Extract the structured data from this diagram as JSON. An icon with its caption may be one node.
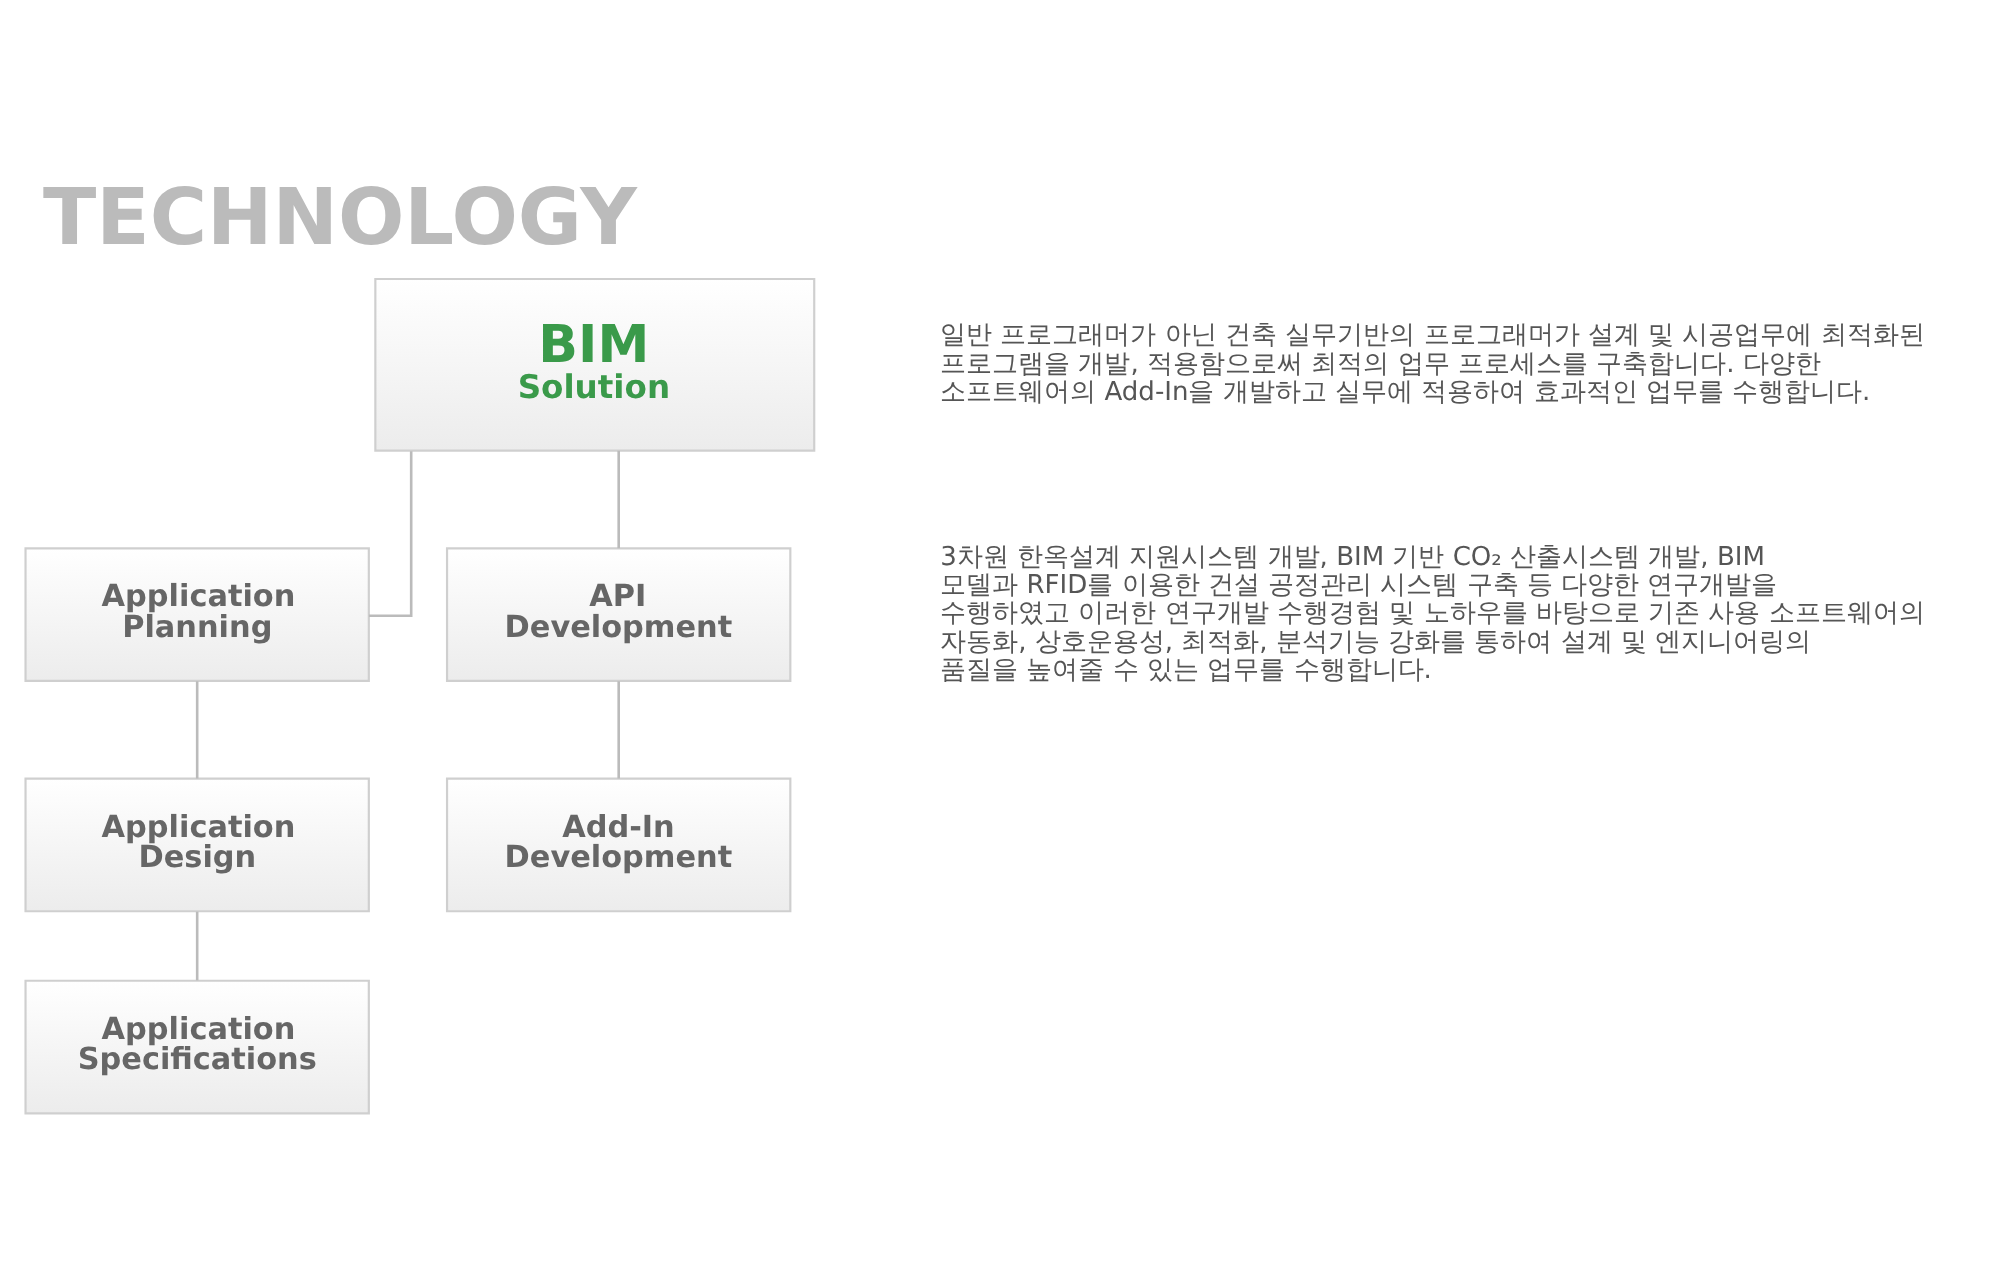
{
  "diagram": {
    "title": "TECHNOLOGY",
    "nodes": [
      {
        "text": [
          "BIM",
          "Solution"
        ]
      },
      {
        "text": [
          "Application Planning"
        ]
      },
      {
        "text": [
          "API Development"
        ]
      },
      {
        "text": [
          "Application Design"
        ]
      },
      {
        "text": [
          "Add-In Development"
        ]
      },
      {
        "text": [
          "Application Specifications"
        ]
      }
    ],
    "edges": [
      {
        "from": 0,
        "to": 1,
        "arrow": "none"
      },
      {
        "from": 0,
        "to": 2,
        "arrow": "none"
      },
      {
        "from": 1,
        "to": 3,
        "arrow": "none"
      },
      {
        "from": 2,
        "to": 4,
        "arrow": "none"
      },
      {
        "from": 3,
        "to": 5,
        "arrow": "none"
      }
    ],
    "labels": [
      "일반 프로그래머가 아닌 건축 실무기반의 프로그래머가 설계 및 시공업무에 최적화된 프로그램을 개발, 적용함으로써 최적의 업무 프로세스를 구축합니다. 다양한 소프트웨어의 Add-In을 개발하고 실무에 적용하여 효과적인 업무를 수행합니다.",
      "3차원 한옥설계 지원시스템 개발, BIM 기반 CO₂ 산출시스템 개발, BIM 모델과 RFID를 이용한 건설 공정관리 시스템 구축 등 다양한 연구개발을 수행하였고 이러한 연구개발 수행경험 및 노하우를 바탕으로 기존 사용 소프트웨어의 자동화, 상호운용성, 최적화, 분석기능 강화를 통하여 설계 및 엔지니어링의 품질을 높여줄 수 있는 업무를 수행합니다."
    ]
  }
}
